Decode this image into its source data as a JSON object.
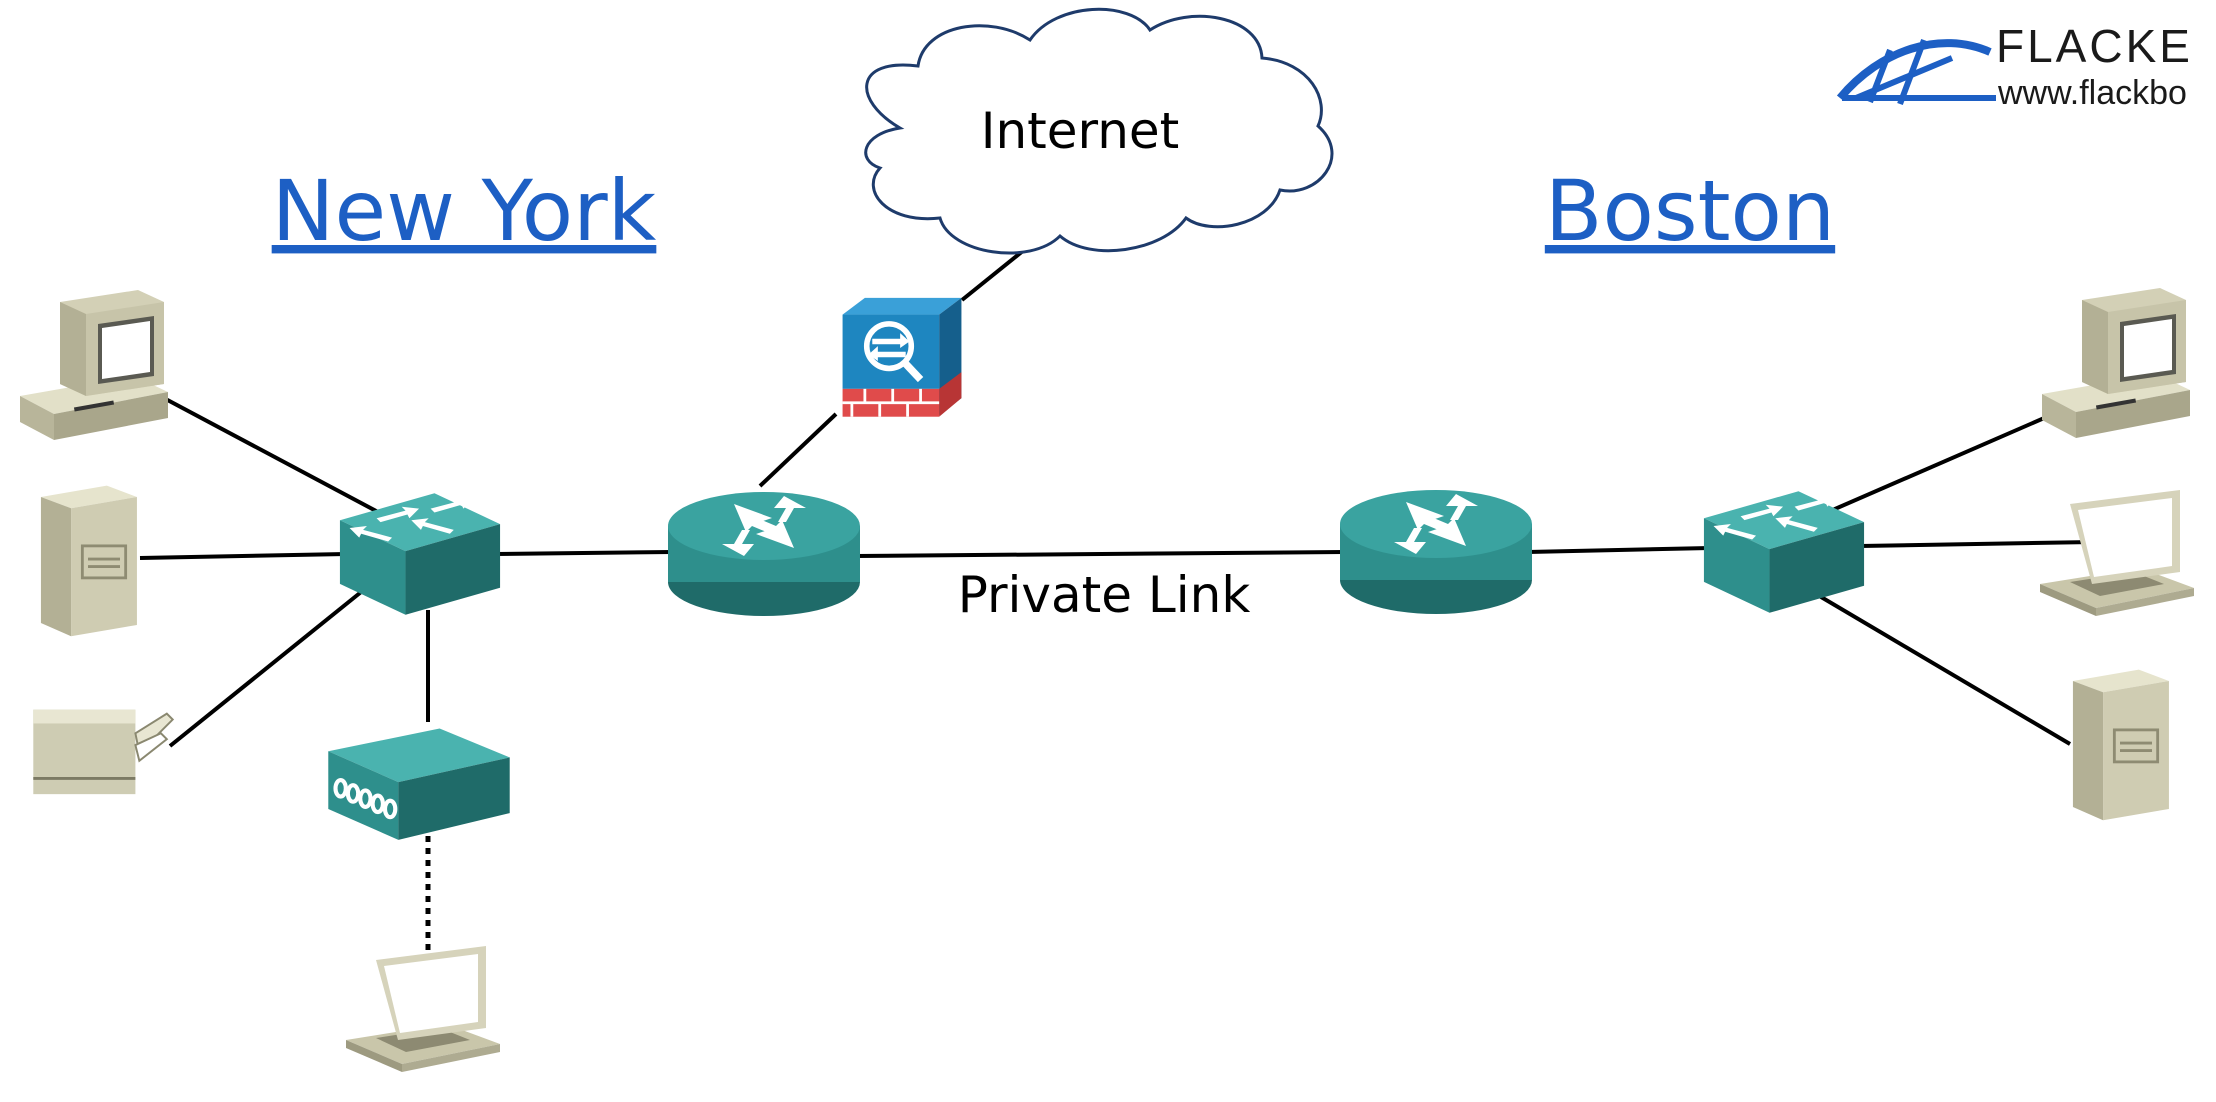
{
  "labels": {
    "new_york": "New York",
    "boston": "Boston",
    "internet": "Internet",
    "private_link": "Private Link"
  },
  "logo": {
    "name": "FLACKE",
    "url": "www.flackbo"
  },
  "colors": {
    "site_label": "#1d5fc4",
    "device_teal": "#2e8f8c",
    "device_teal_dark": "#1f6b69",
    "firewall_blue": "#1e86c0",
    "firewall_brick": "#e04b4b",
    "beige_device": "#c9c6aa",
    "link_line": "#000000"
  },
  "devices": [
    {
      "name": "ny-pc",
      "icon": "desktop-pc-icon"
    },
    {
      "name": "ny-server",
      "icon": "server-icon"
    },
    {
      "name": "ny-printer",
      "icon": "printer-icon"
    },
    {
      "name": "ny-switch",
      "icon": "switch-icon"
    },
    {
      "name": "ny-access-point",
      "icon": "wireless-access-point-icon"
    },
    {
      "name": "ny-laptop",
      "icon": "laptop-icon"
    },
    {
      "name": "ny-router",
      "icon": "router-icon"
    },
    {
      "name": "firewall",
      "icon": "firewall-icon"
    },
    {
      "name": "internet-cloud",
      "icon": "cloud-icon"
    },
    {
      "name": "boston-router",
      "icon": "router-icon"
    },
    {
      "name": "boston-switch",
      "icon": "switch-icon"
    },
    {
      "name": "boston-pc",
      "icon": "desktop-pc-icon"
    },
    {
      "name": "boston-laptop",
      "icon": "laptop-icon"
    },
    {
      "name": "boston-server",
      "icon": "server-icon"
    }
  ]
}
